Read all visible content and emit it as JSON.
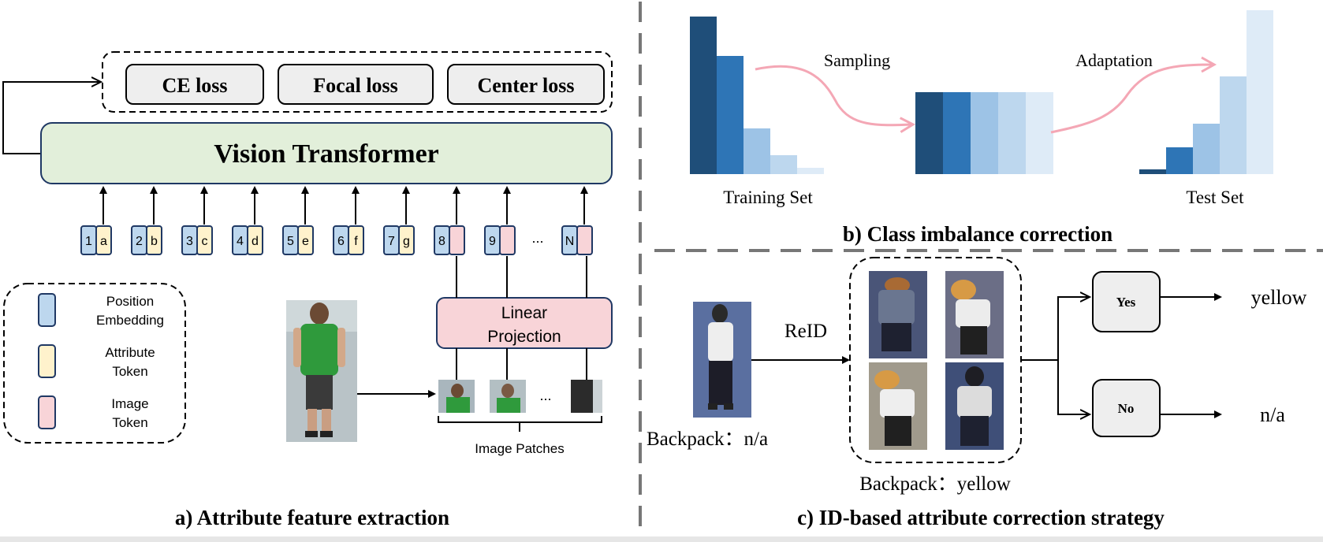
{
  "panel_a": {
    "losses": [
      "CE loss",
      "Focal loss",
      "Center loss"
    ],
    "transformer": "Vision Transformer",
    "tokens": [
      {
        "pos": "1",
        "attr": "a"
      },
      {
        "pos": "2",
        "attr": "b"
      },
      {
        "pos": "3",
        "attr": "c"
      },
      {
        "pos": "4",
        "attr": "d"
      },
      {
        "pos": "5",
        "attr": "e"
      },
      {
        "pos": "6",
        "attr": "f"
      },
      {
        "pos": "7",
        "attr": "g"
      },
      {
        "pos": "8",
        "attr": ""
      },
      {
        "pos": "9",
        "attr": ""
      },
      {
        "pos": "N",
        "attr": ""
      }
    ],
    "ellipsis": "...",
    "legend": [
      {
        "label_line1": "Position",
        "label_line2": "Embedding",
        "color": "#bdd7ee"
      },
      {
        "label_line1": "Attribute",
        "label_line2": "Token",
        "color": "#fff2cc"
      },
      {
        "label_line1": "Image",
        "label_line2": "Token",
        "color": "#f8d4d8"
      }
    ],
    "linear_projection_line1": "Linear",
    "linear_projection_line2": "Projection",
    "patches_ellipsis": "...",
    "image_patches": "Image Patches",
    "caption": "a) Attribute feature extraction"
  },
  "panel_b": {
    "sampling": "Sampling",
    "adaptation": "Adaptation",
    "training_set": "Training Set",
    "test_set": "Test Set",
    "caption": "b) Class imbalance correction",
    "colors": [
      "#1f4e79",
      "#2e75b6",
      "#9dc3e6",
      "#bdd7ee",
      "#deebf7"
    ],
    "training_bars": [
      100,
      75,
      29,
      12,
      4
    ],
    "balanced_bars": [
      52,
      52,
      52,
      52,
      52
    ],
    "test_bars": [
      3,
      17,
      32,
      62,
      104
    ]
  },
  "panel_c": {
    "reid": "ReID",
    "left_backpack": "Backpack：n/a",
    "right_backpack": "Backpack：yellow",
    "yes": "Yes",
    "no": "No",
    "yes_result": "yellow",
    "no_result": "n/a",
    "caption": "c) ID-based attribute correction strategy"
  }
}
